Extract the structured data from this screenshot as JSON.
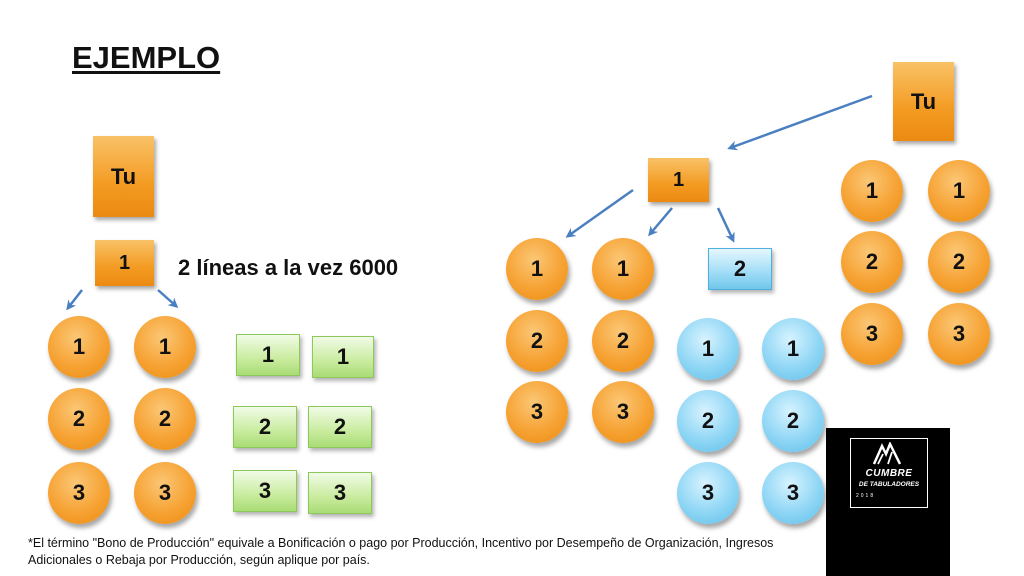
{
  "title": "EJEMPLO",
  "left_tree": {
    "root_label": "Tu",
    "first_node": "1",
    "annotation": "2 líneas a la vez 6000",
    "orange_circles": [
      "1",
      "1",
      "2",
      "2",
      "3",
      "3"
    ],
    "green_squares": [
      "1",
      "1",
      "2",
      "2",
      "3",
      "3"
    ]
  },
  "right_tree": {
    "root_label": "Tu",
    "first_node": "1",
    "right_column_circles": [
      "1",
      "1",
      "2",
      "2",
      "3",
      "3"
    ],
    "middle_circles": [
      "1",
      "1",
      "2",
      "2",
      "3",
      "3"
    ],
    "blue_node": "2",
    "blue_circles": [
      "1",
      "1",
      "2",
      "2",
      "3",
      "3"
    ]
  },
  "footnote": "*El término \"Bono de Producción\" equivale a Bonificación o pago por Producción, Incentivo por Desempeño de Organización, Ingresos Adicionales o Rebaja por Producción, según aplique por país.",
  "logo": {
    "line1": "CUMBRE",
    "line2": "DE TABULADORES",
    "year": "2018"
  },
  "colors": {
    "orange": "#f39b22",
    "blue": "#8fd6f5",
    "green": "#c9ec9e",
    "arrow": "#4a7fc1"
  }
}
